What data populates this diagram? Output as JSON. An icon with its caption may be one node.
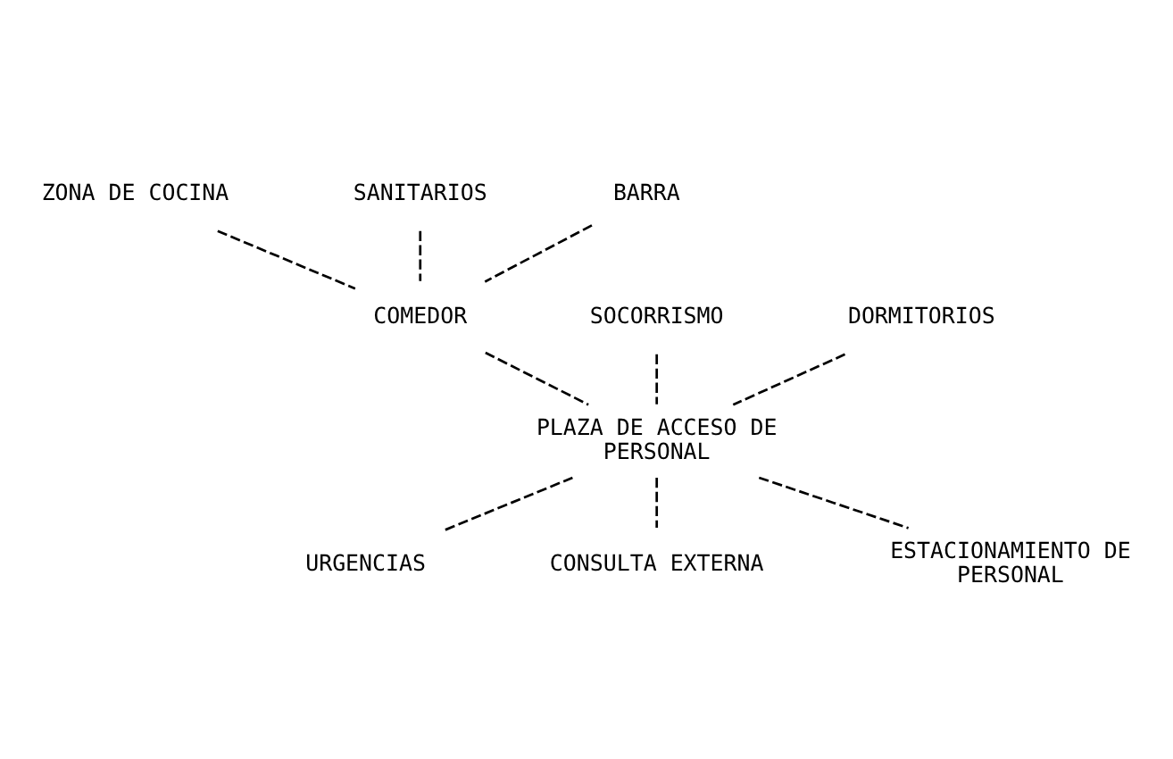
{
  "diagram": {
    "nodes": [
      {
        "text": [
          "ZONA DE COCINA"
        ]
      },
      {
        "text": [
          "SANITARIOS"
        ]
      },
      {
        "text": [
          "BARRA"
        ]
      },
      {
        "text": [
          "COMEDOR"
        ]
      },
      {
        "text": [
          "SOCORRISMO"
        ]
      },
      {
        "text": [
          "DORMITORIOS"
        ]
      },
      {
        "text": [
          "PLAZA DE ACCESO DE PERSONAL"
        ]
      },
      {
        "text": [
          "URGENCIAS"
        ]
      },
      {
        "text": [
          "CONSULTA EXTERNA"
        ]
      },
      {
        "text": [
          "ESTACIONAMIENTO DE PERSONAL"
        ]
      }
    ],
    "edges": [
      {
        "from": 0,
        "to": 3,
        "arrow": "none",
        "style": "dashed"
      },
      {
        "from": 1,
        "to": 3,
        "arrow": "none",
        "style": "dashed"
      },
      {
        "from": 2,
        "to": 3,
        "arrow": "none",
        "style": "dashed"
      },
      {
        "from": 3,
        "to": 6,
        "arrow": "none",
        "style": "dashed"
      },
      {
        "from": 4,
        "to": 6,
        "arrow": "none",
        "style": "dashed"
      },
      {
        "from": 5,
        "to": 6,
        "arrow": "none",
        "style": "dashed"
      },
      {
        "from": 6,
        "to": 7,
        "arrow": "none",
        "style": "dashed"
      },
      {
        "from": 6,
        "to": 8,
        "arrow": "none",
        "style": "dashed"
      },
      {
        "from": 6,
        "to": 9,
        "arrow": "none",
        "style": "dashed"
      }
    ]
  }
}
